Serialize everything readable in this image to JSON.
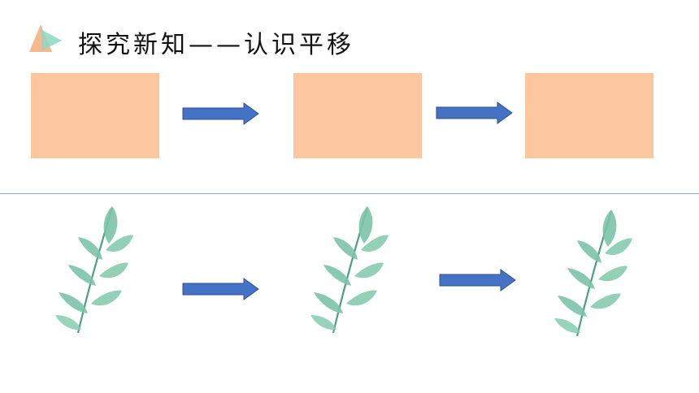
{
  "header": {
    "title": "探究新知——认识平移",
    "icon": "triangle-logo-icon"
  },
  "colors": {
    "box_fill": "#FCC69E",
    "arrow_fill": "#4472C4",
    "arrow_stroke": "#2F528F",
    "leaf_fill": "#7CC3A8",
    "leaf_stem": "#4E9F86",
    "divider": "#8FA3C9",
    "icon_orange": "#F5B98E",
    "icon_teal": "#8FD6C1"
  },
  "top_row": {
    "items": [
      "rectangle",
      "arrow",
      "rectangle",
      "arrow",
      "rectangle"
    ]
  },
  "bottom_row": {
    "items": [
      "leaf-sprig",
      "arrow",
      "leaf-sprig",
      "arrow",
      "leaf-sprig"
    ]
  }
}
